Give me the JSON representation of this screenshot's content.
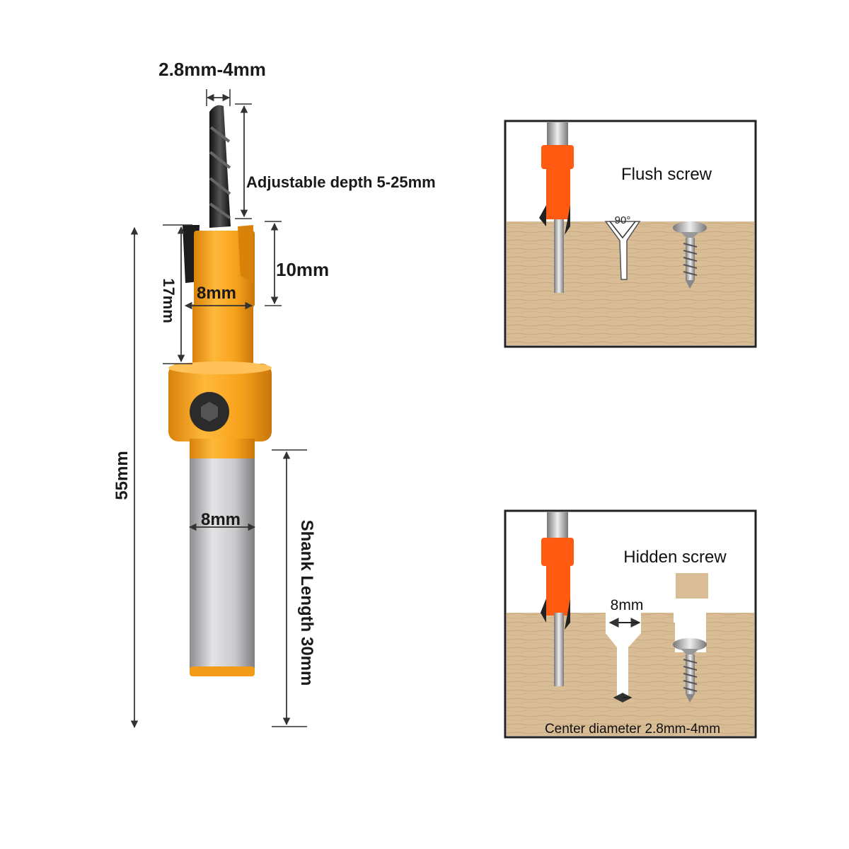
{
  "colors": {
    "orange": "#f7a21c",
    "orange_dark": "#d9820a",
    "drill_orange": "#ff5a10",
    "steel": "#c9c9cb",
    "steel_dark": "#8c8c90",
    "bit_black": "#222222",
    "wood": "#d8bd96",
    "wood_grain": "#c8a87d",
    "dim_line": "#333333"
  },
  "dimensions": {
    "tip_diameter": "2.8mm-4mm",
    "adjustable_depth": "Adjustable depth 5-25mm",
    "cutter_height": "10mm",
    "cutter_diameter": "8mm",
    "collar_to_tip": "17mm",
    "overall_length": "55mm",
    "shank_diameter": "8mm",
    "shank_length": "Shank Length 30mm"
  },
  "panels": {
    "flush": {
      "title": "Flush screw",
      "angle": "90°"
    },
    "hidden": {
      "title": "Hidden screw",
      "width_label": "8mm",
      "center_label": "Center diameter 2.8mm-4mm"
    }
  }
}
